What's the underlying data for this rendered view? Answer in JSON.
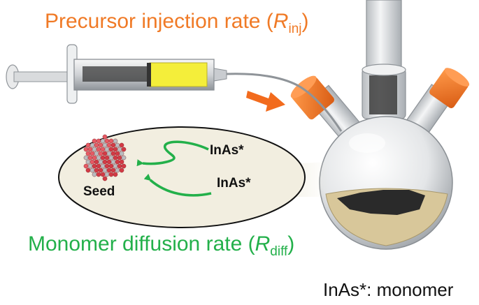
{
  "labels": {
    "injection_prefix": "Precursor injection rate (",
    "injection_symbol": "R",
    "injection_sub": "inj",
    "injection_suffix": ")",
    "diffusion_prefix": "Monomer diffusion rate (",
    "diffusion_symbol": "R",
    "diffusion_sub": "diff",
    "diffusion_suffix": ")",
    "monomer_1": "InAs*",
    "monomer_2": "InAs*",
    "seed": "Seed",
    "legend": "InAs*: monomer"
  },
  "colors": {
    "injection_text": "#f07a26",
    "diffusion_text": "#23b04a",
    "stopper": "#f07a26",
    "arrow_orange": "#f26b1d",
    "arrow_green": "#23b04a",
    "seed_red": "#d23a45",
    "syringe_liquid": "#f4ee3a",
    "flask_liquid": "#d8c79a",
    "bubble_fill": "#f2eee0"
  },
  "icons": [
    "syringe-icon",
    "flask-icon",
    "seed-particle-icon"
  ]
}
